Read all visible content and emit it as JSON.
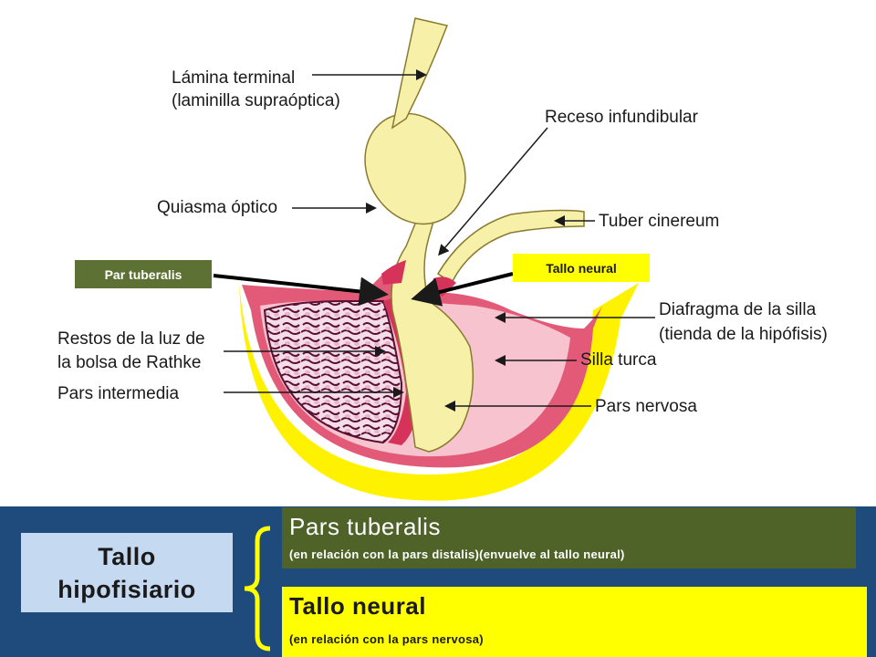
{
  "diagram": {
    "labels": {
      "lamina_terminal_1": "Lámina terminal",
      "lamina_terminal_2": "(laminilla supraóptica)",
      "receso": "Receso infundibular",
      "quiasma": "Quiasma óptico",
      "tuber": "Tuber cinereum",
      "diafragma_1": "Diafragma de la silla",
      "diafragma_2": "(tienda de la hipófisis)",
      "restos_1": "Restos de la luz de",
      "restos_2": "la bolsa de Rathke",
      "silla": "Silla turca",
      "pars_intermedia": "Pars intermedia",
      "pars_nervosa": "Pars nervosa"
    },
    "callouts": {
      "par_tuberalis": "Par tuberalis",
      "tallo_neural": "Tallo neural"
    },
    "colors": {
      "neural_tissue": "#f7f0a8",
      "bone": "#fff200",
      "pink": "#e25a77",
      "dark_pink": "#d6335a"
    }
  },
  "bottom": {
    "tallo_line1": "Tallo",
    "tallo_line2": "hipofisiario",
    "pars_tuberalis_title": "Pars tuberalis",
    "pars_tuberalis_sub": "(en relación con la pars distalis)(envuelve al tallo neural)",
    "tallo_neural_title": "Tallo neural",
    "tallo_neural_sub": "(en relación con la pars nervosa)",
    "colors": {
      "panel": "#1f4a7c",
      "tallo_box": "#c5d9f1",
      "pars_tuberalis_box": "#4f6228",
      "tallo_neural_box": "#ffff00",
      "brace": "#ffff00"
    }
  }
}
